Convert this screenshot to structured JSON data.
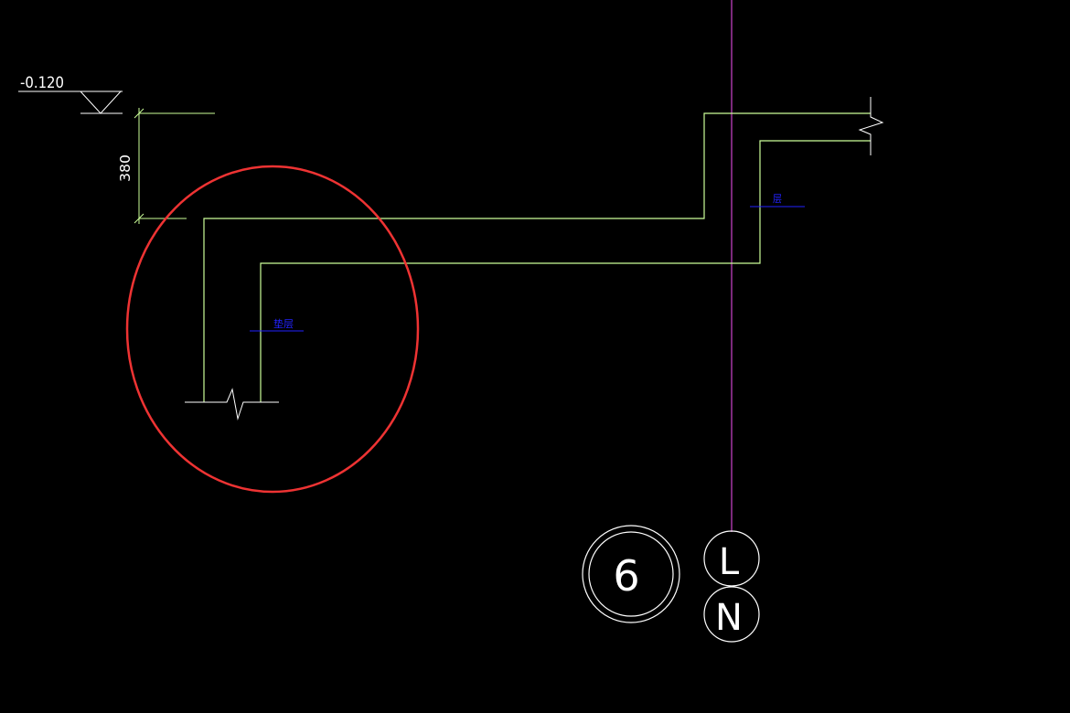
{
  "drawing": {
    "elevation_label": "-0.120",
    "dimension_label": "380",
    "axis_labels": {
      "grid_number": "6",
      "grid_letter_1": "L",
      "grid_letter_2": "N"
    },
    "small_label_left": "垫层",
    "small_label_right": "层"
  },
  "colors": {
    "background": "#000000",
    "geometry": "#ccff99",
    "annotation": "#ffffff",
    "axis_line": "#cc44cc",
    "small_text": "#2222ff",
    "highlight_circle": "#ee3333"
  }
}
